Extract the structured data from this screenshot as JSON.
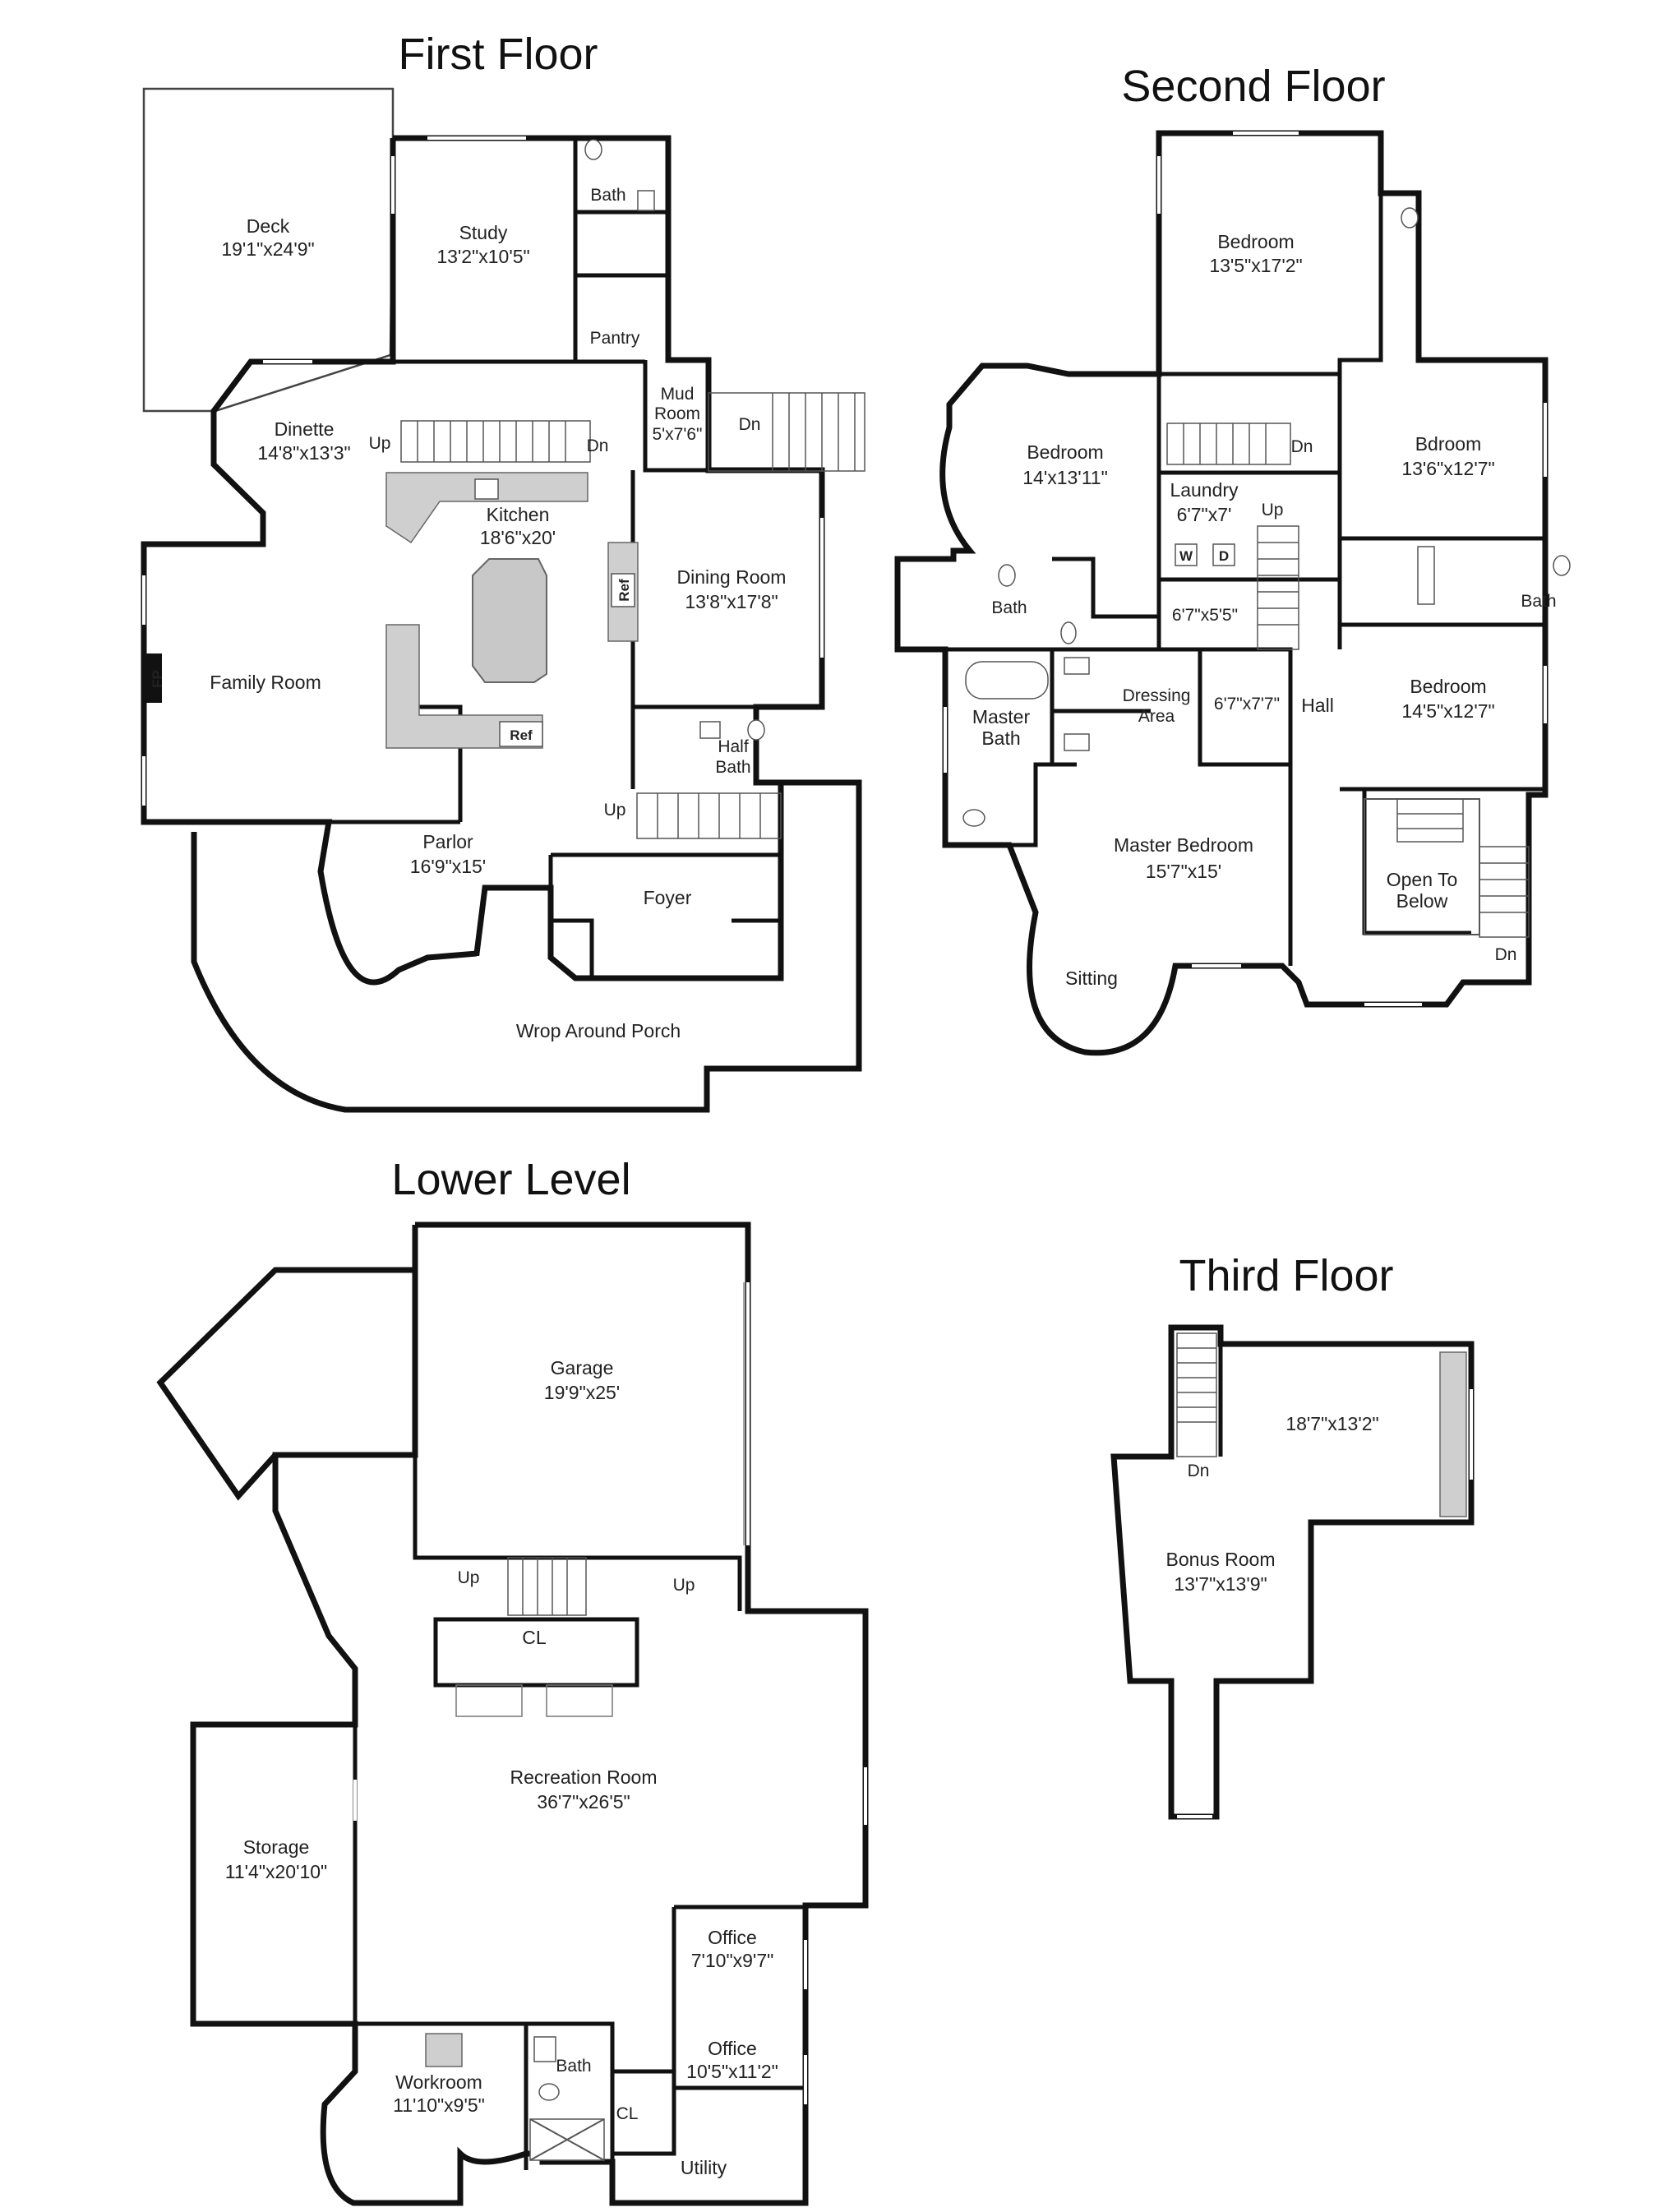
{
  "floors": {
    "first": {
      "title": "First Floor",
      "rooms": {
        "deck": {
          "name": "Deck",
          "size": "19'1\"x24'9\""
        },
        "study": {
          "name": "Study",
          "size": "13'2\"x10'5\""
        },
        "bath": {
          "name": "Bath"
        },
        "pantry": {
          "name": "Pantry"
        },
        "mud_room": {
          "name_line1": "Mud",
          "name_line2": "Room",
          "size": "5'x7'6\""
        },
        "dinette": {
          "name": "Dinette",
          "size": "14'8\"x13'3\""
        },
        "kitchen": {
          "name": "Kitchen",
          "size": "18'6\"x20'"
        },
        "dining_room": {
          "name": "Dining Room",
          "size": "13'8\"x17'8\""
        },
        "family_room": {
          "name": "Family Room"
        },
        "half_bath": {
          "name_line1": "Half",
          "name_line2": "Bath"
        },
        "parlor": {
          "name": "Parlor",
          "size": "16'9\"x15'"
        },
        "foyer": {
          "name": "Foyer"
        },
        "porch": {
          "name": "Wrop Around Porch"
        }
      },
      "labels": {
        "up_dinette": "Up",
        "dn_dinette": "Dn",
        "dn_mud": "Dn",
        "up_foyer": "Up",
        "ref1": "Ref",
        "ref2": "Ref",
        "fp": "FP"
      }
    },
    "second": {
      "title": "Second Floor",
      "rooms": {
        "bedroom_top": {
          "name": "Bedroom",
          "size": "13'5\"x17'2\""
        },
        "bedroom_left": {
          "name": "Bedroom",
          "size": "14'x13'11\""
        },
        "bdroom_right": {
          "name": "Bdroom",
          "size": "13'6\"x12'7\""
        },
        "laundry": {
          "name": "Laundry",
          "size": "6'7\"x7'",
          "washer": "W",
          "dryer": "D"
        },
        "bath_left": {
          "name": "Bath"
        },
        "bath_right": {
          "name": "Bath"
        },
        "closet_a": {
          "size": "6'7\"x5'5\""
        },
        "closet_b": {
          "size": "6'7\"x7'7\""
        },
        "bedroom_mid_right": {
          "name": "Bedroom",
          "size": "14'5\"x12'7\""
        },
        "master_bath": {
          "name_line1": "Master",
          "name_line2": "Bath"
        },
        "dressing_area": {
          "name_line1": "Dressing",
          "name_line2": "Area"
        },
        "hall": {
          "name": "Hall"
        },
        "master_bedroom": {
          "name": "Master Bedroom",
          "size": "15'7\"x15'"
        },
        "open_to_below": {
          "name_line1": "Open To",
          "name_line2": "Below"
        },
        "sitting": {
          "name": "Sitting"
        }
      },
      "labels": {
        "dn_top": "Dn",
        "up_laundry": "Up",
        "dn_bottom": "Dn"
      }
    },
    "lower": {
      "title": "Lower Level",
      "rooms": {
        "garage": {
          "name": "Garage",
          "size": "19'9\"x25'"
        },
        "cl_top": {
          "name": "CL"
        },
        "recreation": {
          "name": "Recreation Room",
          "size": "36'7\"x26'5\""
        },
        "storage": {
          "name": "Storage",
          "size": "11'4\"x20'10\""
        },
        "office1": {
          "name": "Office",
          "size": "7'10\"x9'7\""
        },
        "office2": {
          "name": "Office",
          "size": "10'5\"x11'2\""
        },
        "workroom": {
          "name": "Workroom",
          "size": "11'10\"x9'5\""
        },
        "bath": {
          "name": "Bath"
        },
        "cl_bottom": {
          "name": "CL"
        },
        "utility": {
          "name": "Utility"
        }
      },
      "labels": {
        "up_left": "Up",
        "up_right": "Up"
      }
    },
    "third": {
      "title": "Third Floor",
      "rooms": {
        "upper": {
          "size": "18'7\"x13'2\""
        },
        "bonus": {
          "name": "Bonus Room",
          "size": "13'7\"x13'9\""
        }
      },
      "labels": {
        "dn": "Dn"
      }
    }
  }
}
